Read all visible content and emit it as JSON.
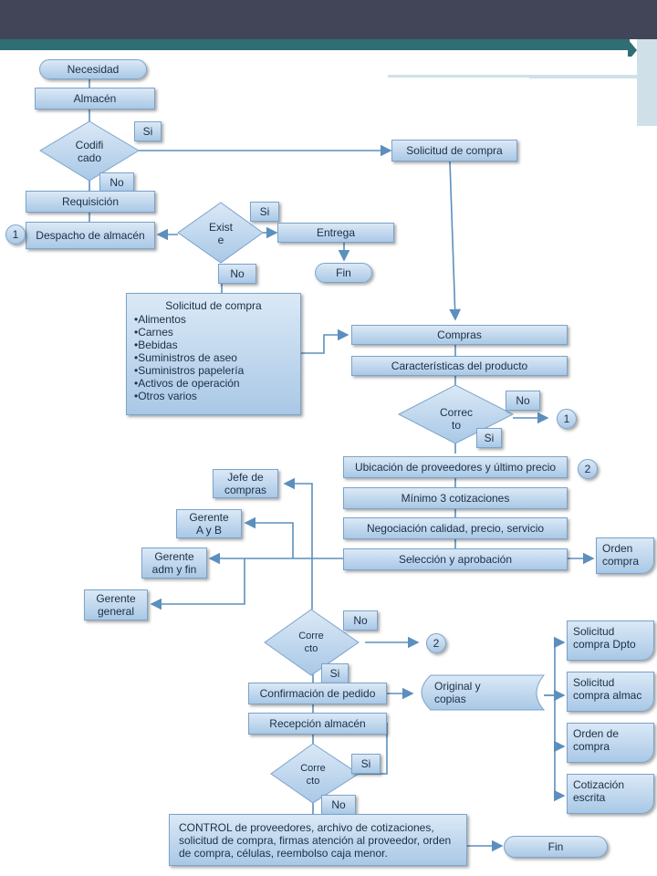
{
  "nodes": {
    "necesidad": "Necesidad",
    "almacen": "Almacén",
    "codificado": "Codifi\ncado",
    "si1": "Si",
    "no1": "No",
    "solicitud_compra": "Solicitud de compra",
    "requisicion": "Requisición",
    "despacho": "Despacho de almacén",
    "existe": "Exist\ne",
    "si2": "Si",
    "entrega": "Entrega",
    "no2": "No",
    "fin1": "Fin",
    "compras": "Compras",
    "caracteristicas": "Características del producto",
    "correcto1": "Correc\nto",
    "no3": "No",
    "si3": "Si",
    "ubicacion": "Ubicación de proveedores y último precio",
    "minimo": "Mínimo 3 cotizaciones",
    "negociacion": "Negociación calidad, precio, servicio",
    "seleccion": "Selección y aprobación",
    "orden_compra": "Orden\ncompra",
    "jefe": "Jefe de\ncompras",
    "gerente_ab": "Gerente\nA  y B",
    "gerente_adm": "Gerente\nadm y fin",
    "gerente_general": "Gerente\ngeneral",
    "correcto2": "Corre\ncto",
    "no4": "No",
    "si4": "Si",
    "confirmacion": "Confirmación de pedido",
    "original": "Original y\ncopias",
    "recepcion": "Recepción almacén",
    "correcto3": "Corre\ncto",
    "si5": "Si",
    "no5": "No",
    "sol_dpto": "Solicitud\ncompra Dpto",
    "sol_almac": "Solicitud\ncompra almac",
    "orden_de_compra": "Orden de\ncompra",
    "cotizacion": "Cotización\nescrita",
    "control": "CONTROL  de proveedores, archivo de cotizaciones, solicitud de compra,  firmas atención al proveedor, orden de compra, células, reembolso caja menor.",
    "fin2": "Fin",
    "conn1a": "1",
    "conn1b": "1",
    "conn2a": "2",
    "conn2b": "2"
  },
  "solicitud_list": {
    "title": "Solicitud de compra",
    "items": [
      "•Alimentos",
      "•Carnes",
      "•Bebidas",
      "•Suministros de aseo",
      "•Suministros papelería",
      "•Activos de operación",
      "•Otros varios"
    ]
  },
  "colors": {
    "box_top": "#dbe9f6",
    "box_bottom": "#a9c8e6",
    "box_border": "#7ba3cc",
    "line": "#5b8fbe",
    "header": "#424458",
    "accent": "#2f6f74"
  }
}
